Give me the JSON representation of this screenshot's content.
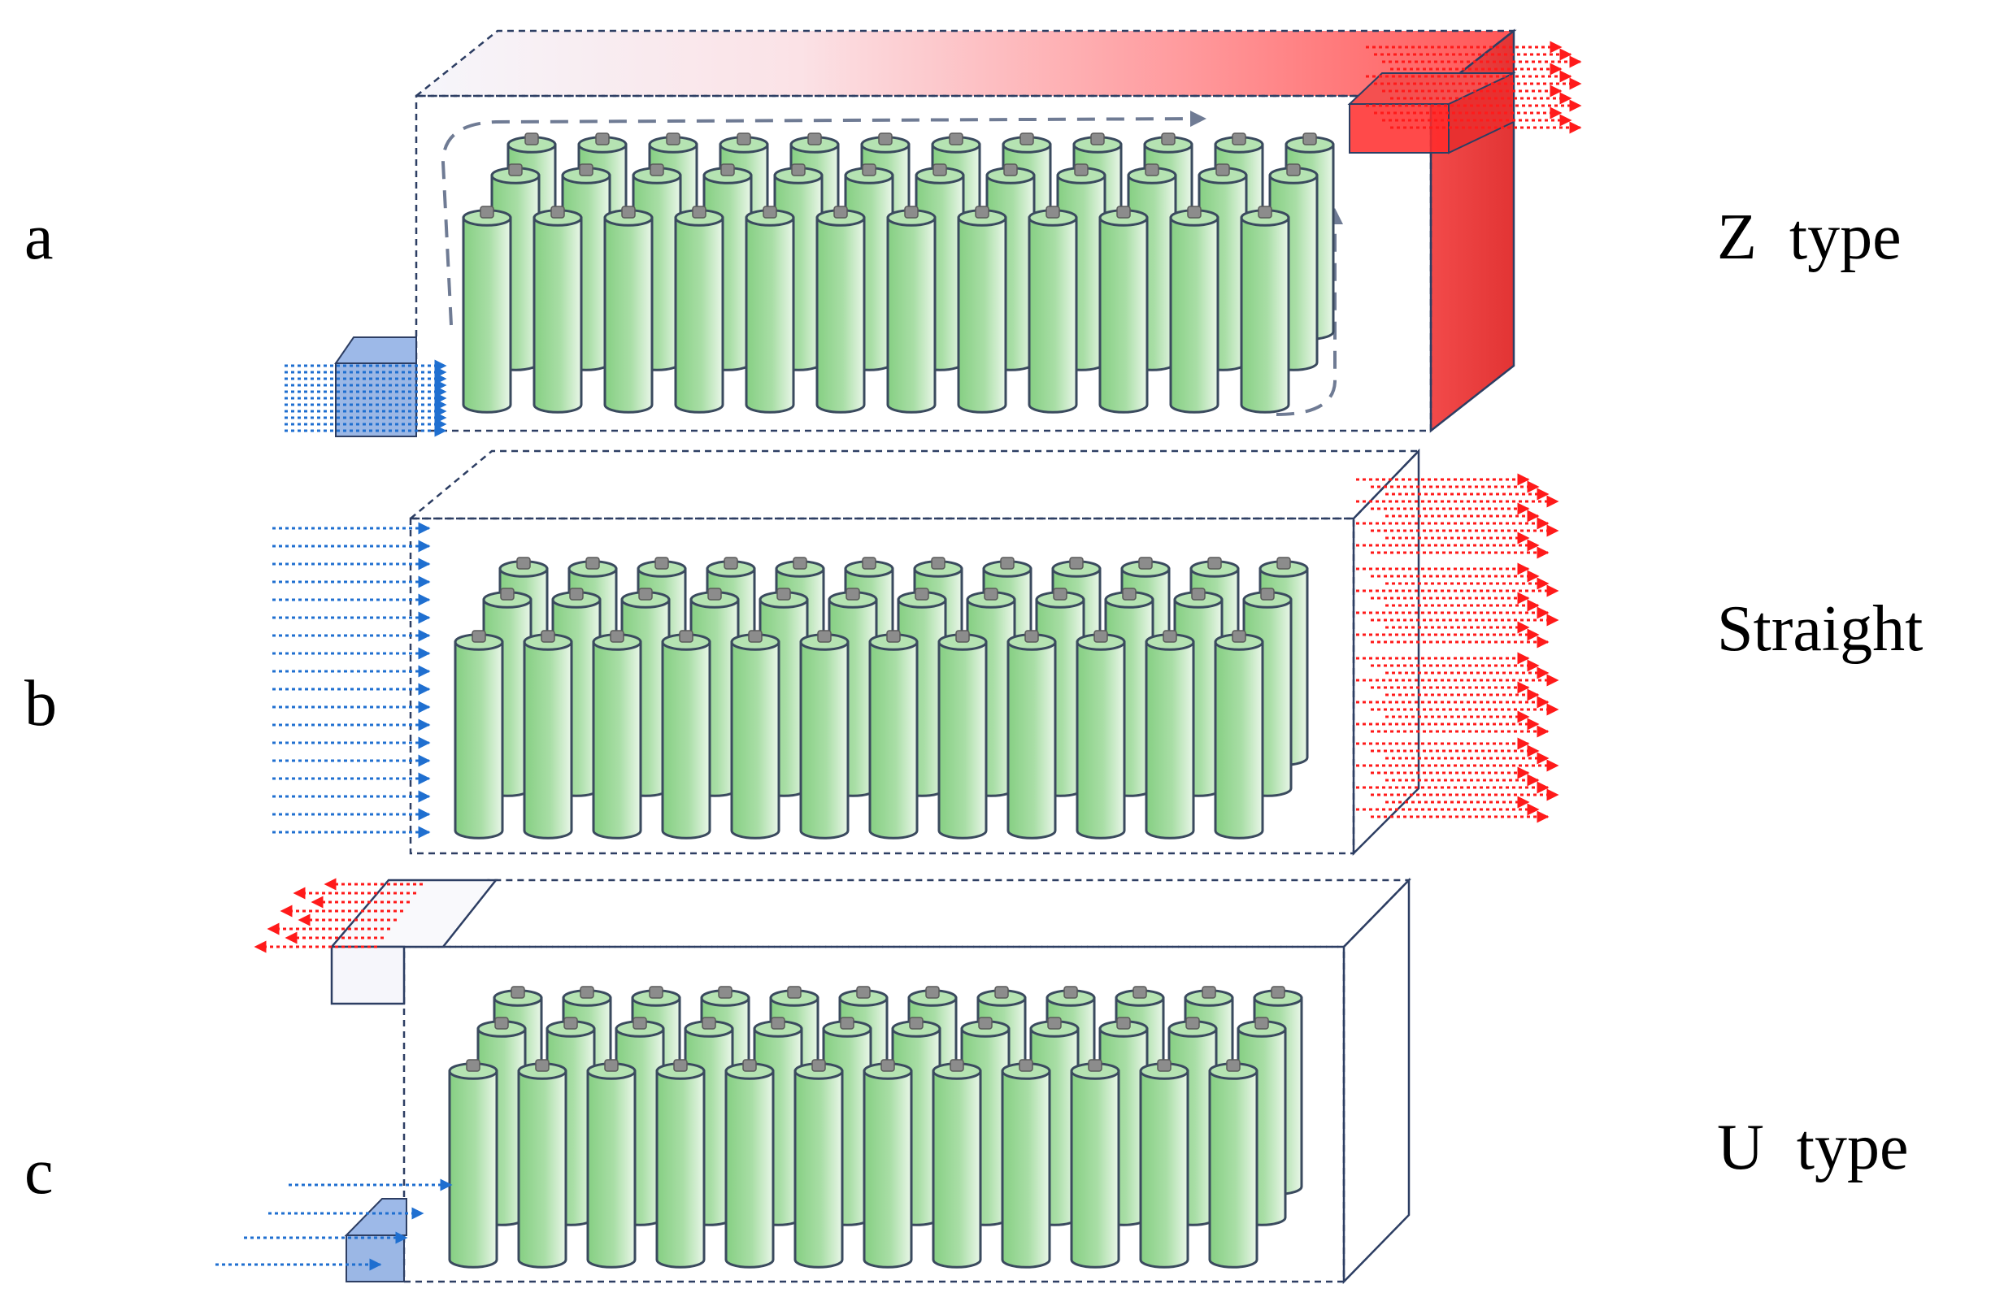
{
  "panels": [
    {
      "letter": "a",
      "title": "Z  type"
    },
    {
      "letter": "b",
      "title": "Straight"
    },
    {
      "letter": "c",
      "title": "U  type"
    }
  ],
  "colors": {
    "cold_air": "#1f6fd0",
    "hot_air": "#ff1a1a",
    "cell_green": "#8fd48c",
    "box_hot": "#f03a3a",
    "box_cold": "#f7f7fb"
  }
}
